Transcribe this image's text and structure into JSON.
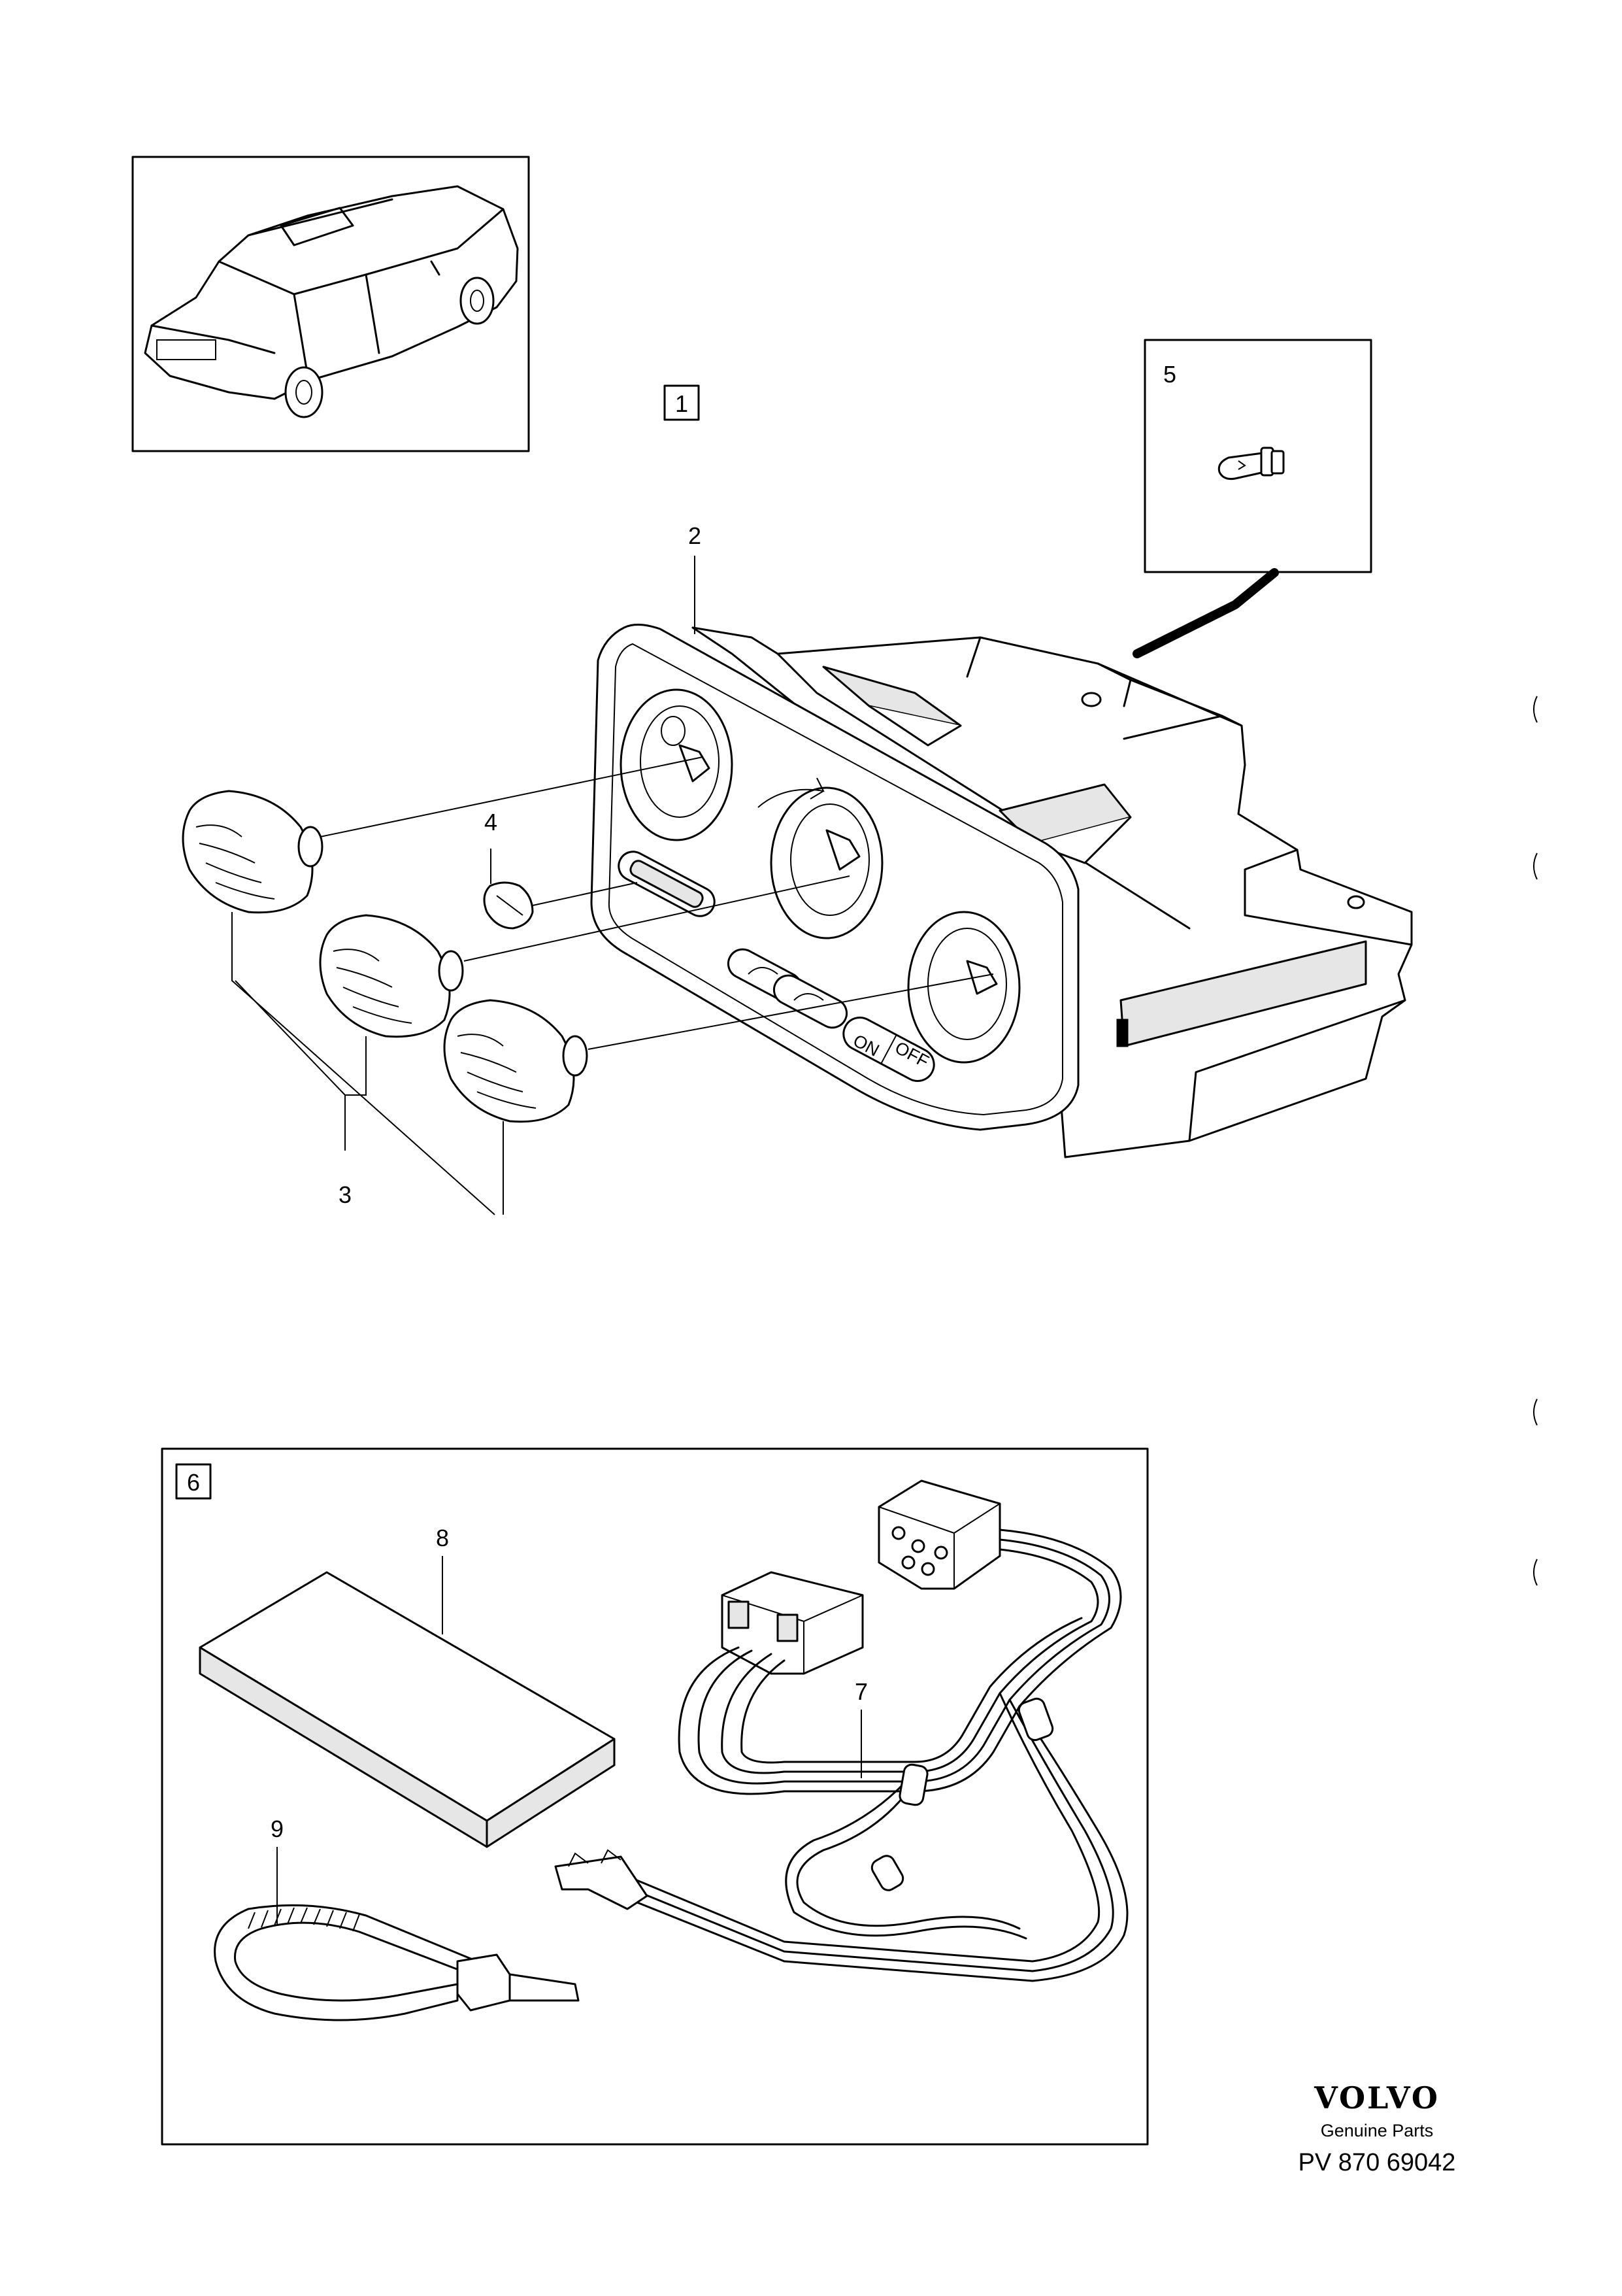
{
  "callouts": {
    "c1": "1",
    "c2": "2",
    "c3": "3",
    "c4": "4",
    "c5": "5",
    "c6": "6",
    "c7": "7",
    "c8": "8",
    "c9": "9"
  },
  "panel_labels": {
    "on": "ON",
    "off": "OFF"
  },
  "footer": {
    "brand": "VOLVO",
    "tagline": "Genuine Parts",
    "code": "PV 870 69042"
  }
}
